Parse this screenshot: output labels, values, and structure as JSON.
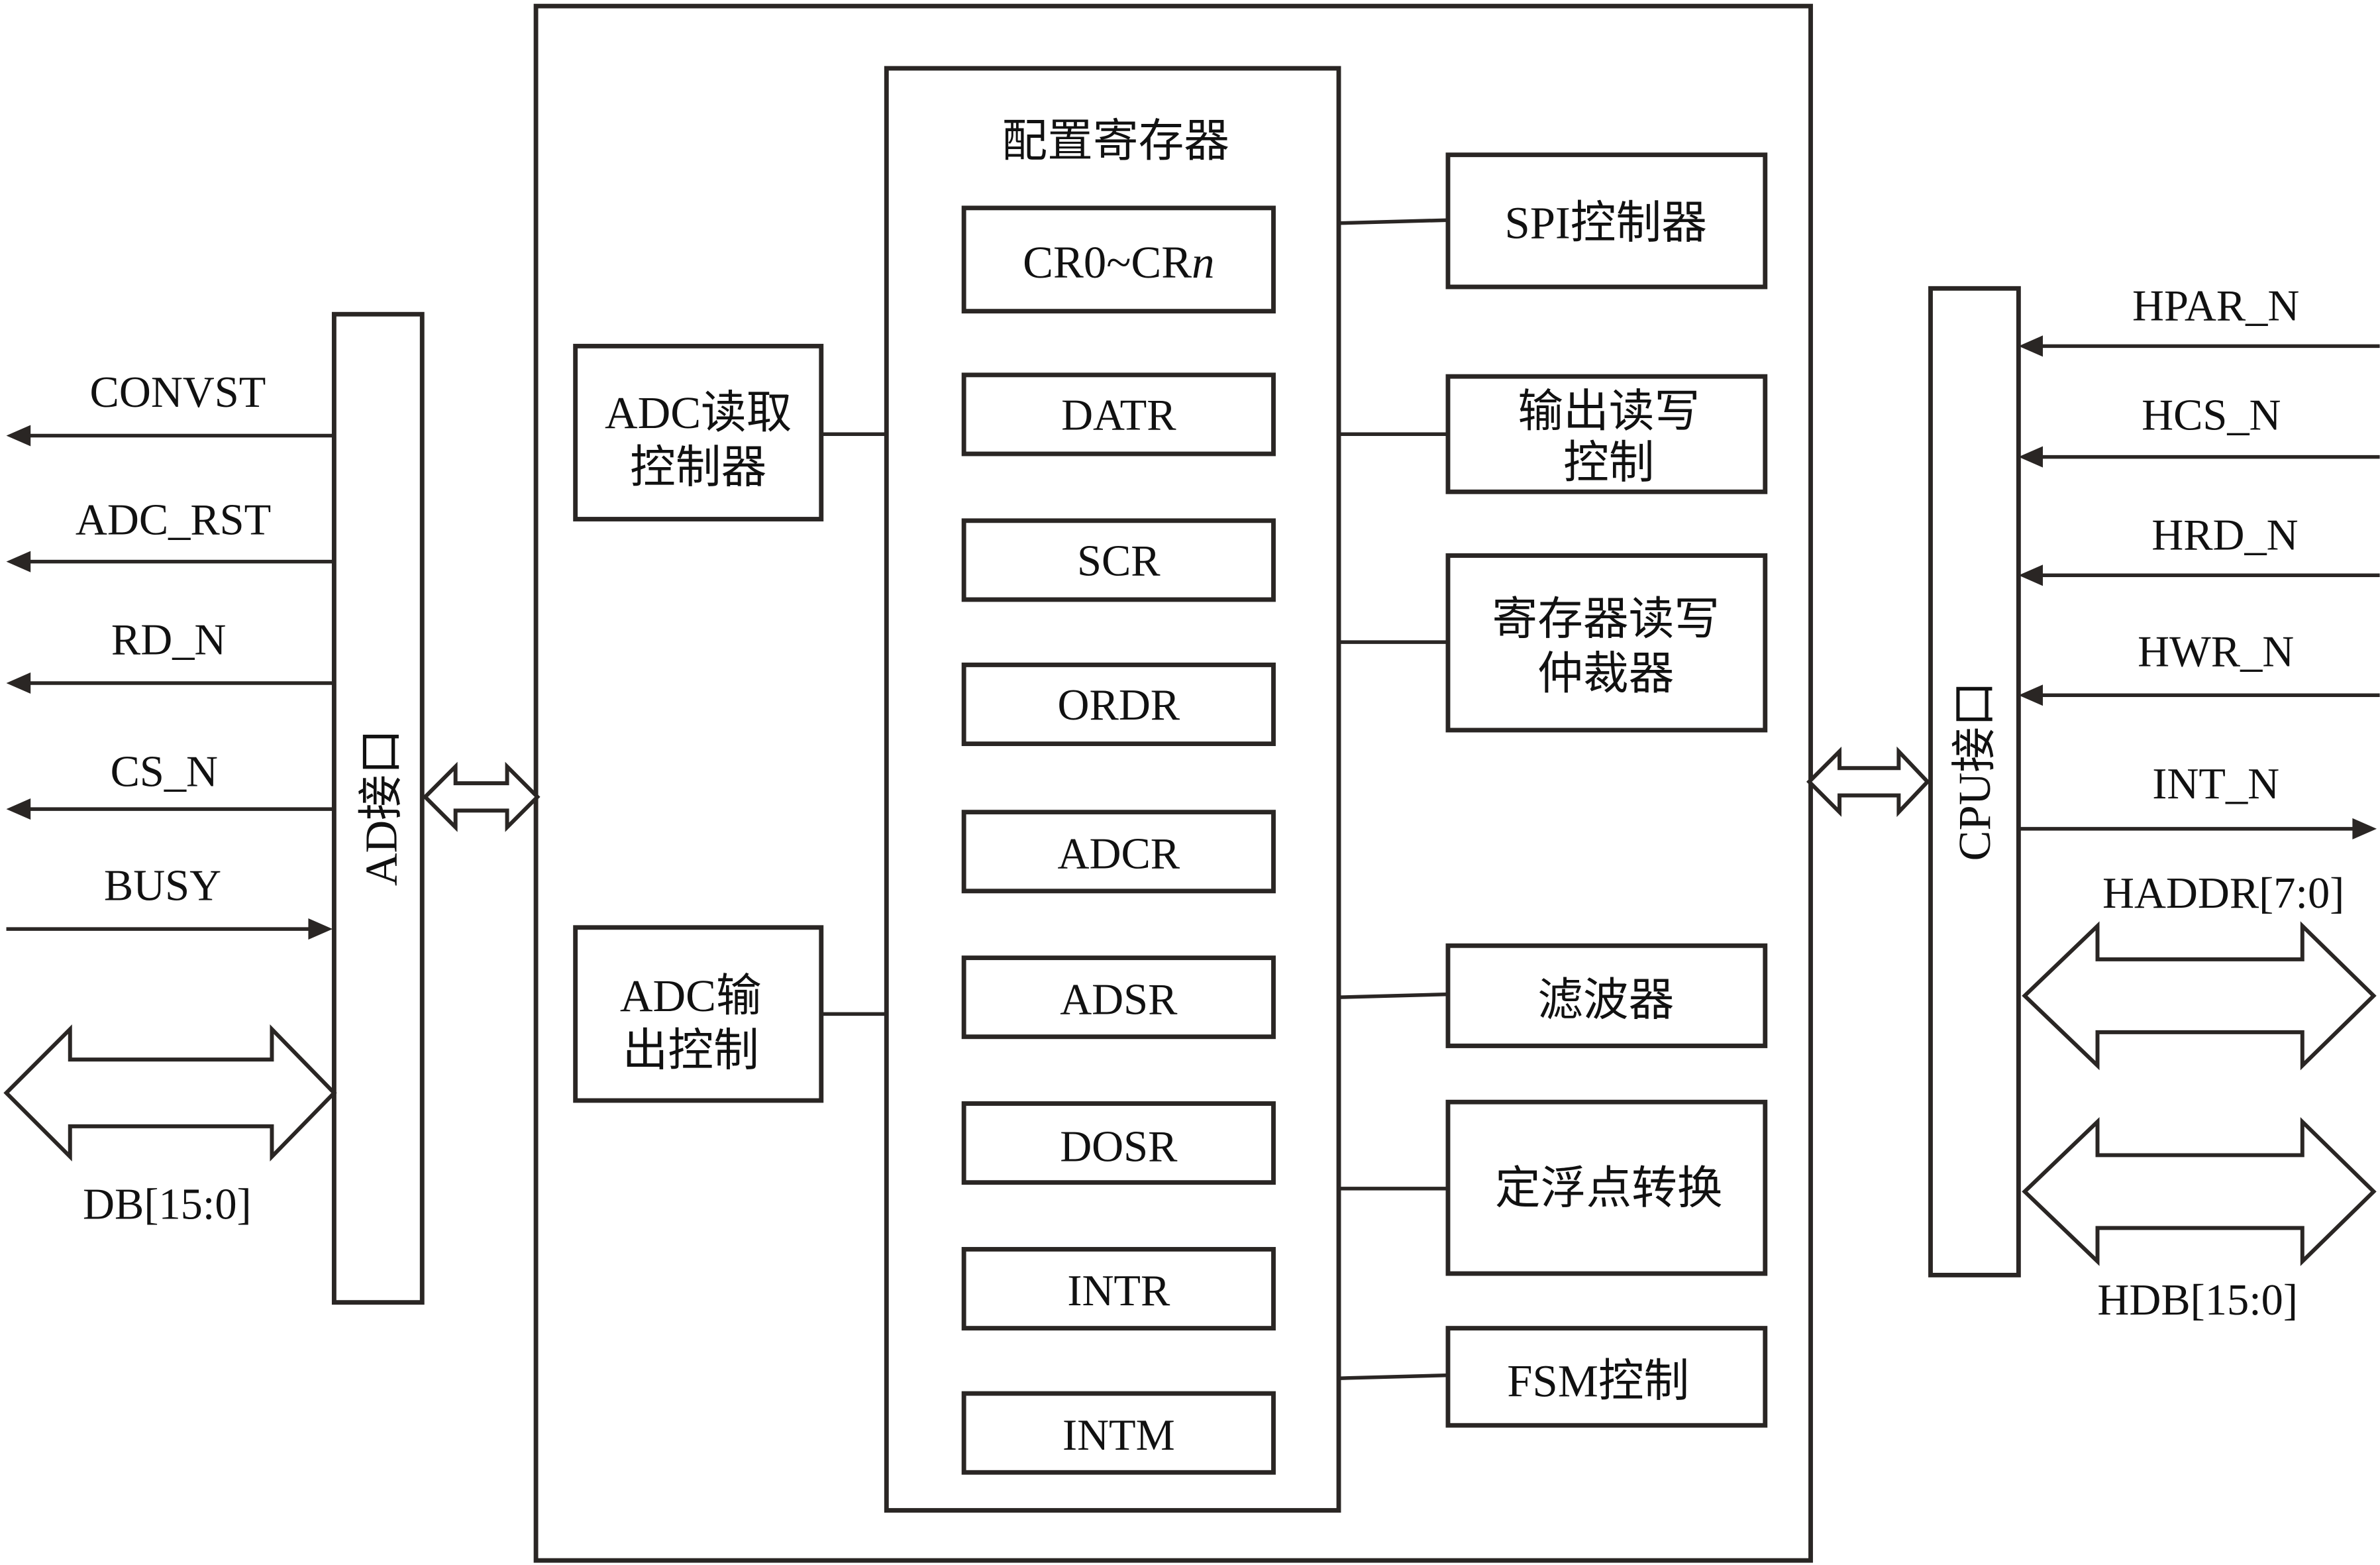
{
  "diagram": {
    "type": "block-diagram",
    "left_signals": [
      {
        "label": "CONVST",
        "direction": "out"
      },
      {
        "label": "ADC_RST",
        "direction": "out"
      },
      {
        "label": "RD_N",
        "direction": "out"
      },
      {
        "label": "CS_N",
        "direction": "out"
      },
      {
        "label": "BUSY",
        "direction": "in"
      }
    ],
    "left_bus": {
      "label": "DB[15:0]"
    },
    "ad_interface": {
      "label": "AD接口"
    },
    "cpu_interface": {
      "label": "CPU接口"
    },
    "left_controllers": [
      {
        "line1": "ADC读取",
        "line2": "控制器"
      },
      {
        "line1": "ADC输",
        "line2": "出控制"
      }
    ],
    "config_registers": {
      "title": "配置寄存器",
      "registers": [
        {
          "prefix": "CR0~CR",
          "suffix": "n"
        },
        {
          "prefix": "DATR",
          "suffix": ""
        },
        {
          "prefix": "SCR",
          "suffix": ""
        },
        {
          "prefix": "ORDR",
          "suffix": ""
        },
        {
          "prefix": "ADCR",
          "suffix": ""
        },
        {
          "prefix": "ADSR",
          "suffix": ""
        },
        {
          "prefix": "DOSR",
          "suffix": ""
        },
        {
          "prefix": "INTR",
          "suffix": ""
        },
        {
          "prefix": "INTM",
          "suffix": ""
        }
      ]
    },
    "right_modules": [
      {
        "line1": "SPI控制器",
        "line2": ""
      },
      {
        "line1": "输出读写",
        "line2": "控制"
      },
      {
        "line1": "寄存器读写",
        "line2": "仲裁器"
      },
      {
        "line1": "滤波器",
        "line2": ""
      },
      {
        "line1": "定浮点转换",
        "line2": ""
      },
      {
        "line1": "FSM控制",
        "line2": ""
      }
    ],
    "right_signals": [
      {
        "label": "HPAR_N",
        "direction": "in"
      },
      {
        "label": "HCS_N",
        "direction": "in"
      },
      {
        "label": "HRD_N",
        "direction": "in"
      },
      {
        "label": "HWR_N",
        "direction": "in"
      },
      {
        "label": "INT_N",
        "direction": "out"
      }
    ],
    "right_buses": [
      {
        "label": "HADDR[7:0]"
      },
      {
        "label": "HDB[15:0]"
      }
    ]
  }
}
